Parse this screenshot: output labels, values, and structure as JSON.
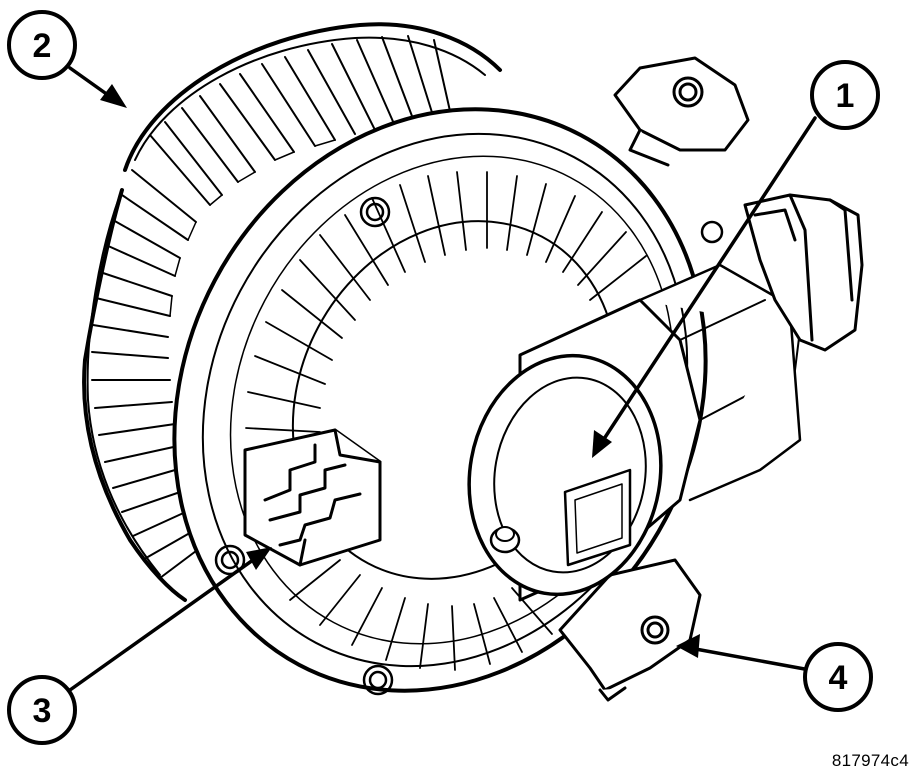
{
  "callouts": [
    {
      "label": "1"
    },
    {
      "label": "2"
    },
    {
      "label": "3"
    },
    {
      "label": "4"
    }
  ],
  "figure_id": "817974c4"
}
